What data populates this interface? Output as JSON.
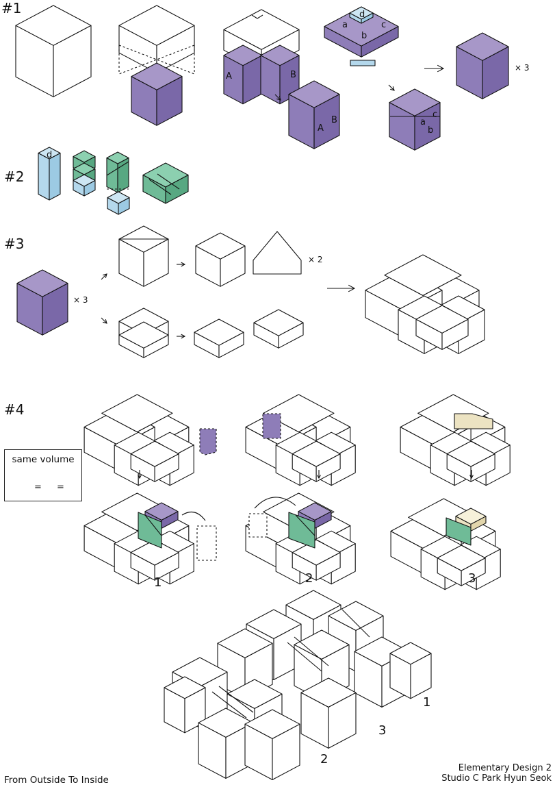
{
  "colors": {
    "purple_top": "#a797c8",
    "purple_left": "#8e7db8",
    "purple_right": "#7a68a8",
    "green_top": "#8cd0b0",
    "green_left": "#6fbb97",
    "green_right": "#58a882",
    "blue_top": "#cde6f3",
    "blue_left": "#b4d8ec",
    "blue_right": "#9ccae3",
    "cream_top": "#f6f1da",
    "cream_left": "#ece3c2",
    "cream_right": "#e2d6ac",
    "line": "#111111"
  },
  "steps": {
    "s1": "#1",
    "s2": "#2",
    "s3": "#3",
    "s4": "#4"
  },
  "face_labels": {
    "A": "A",
    "B": "B",
    "a": "a",
    "b": "b",
    "c": "c",
    "d": "d"
  },
  "multipliers": {
    "x3_row1": "× 3",
    "x2_row3": "× 2",
    "x3_row3": "× 3"
  },
  "variants": {
    "v1": "1",
    "v2": "2",
    "v3": "3"
  },
  "final_labels": {
    "f1": "1",
    "f2": "2",
    "f3": "3"
  },
  "legend": {
    "title": "same volume",
    "equals": "="
  },
  "footer": {
    "subtitle": "From Outside To Inside",
    "course": "Elementary Design 2",
    "studio": "Studio C   Park Hyun Seok"
  }
}
